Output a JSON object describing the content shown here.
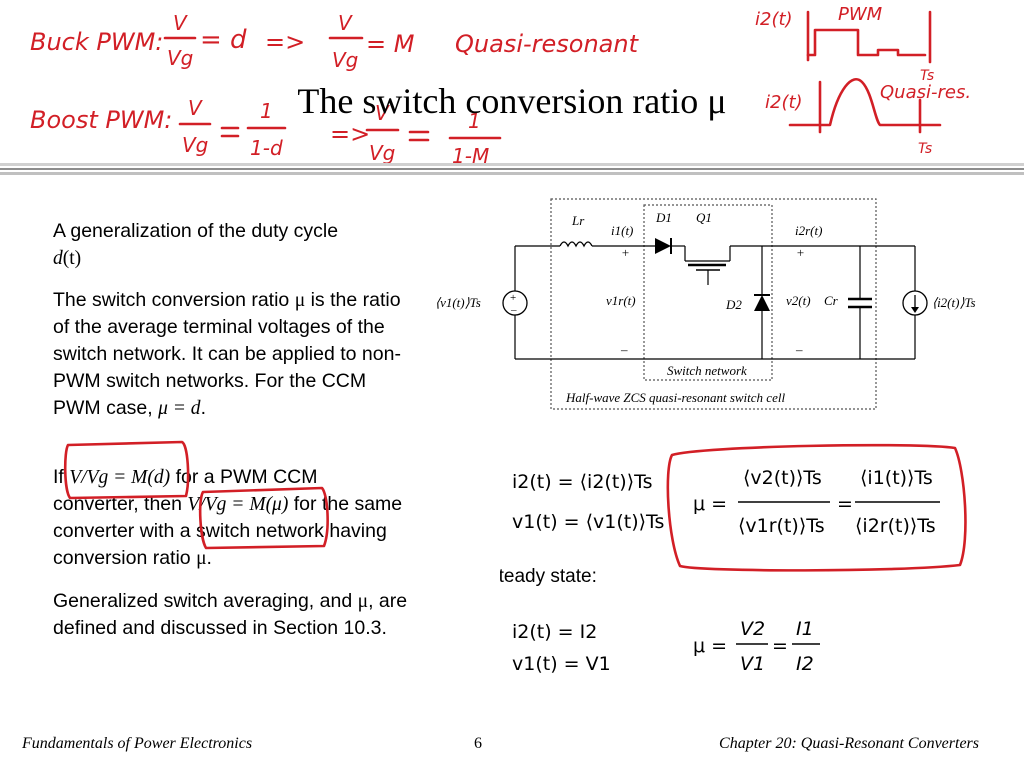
{
  "title": "The switch conversion ratio μ",
  "annotations": {
    "buck_label": "Buck PWM:",
    "buck_eq_lhs_num": "V",
    "buck_eq_lhs_den": "Vg",
    "buck_eq_rhs": "= d",
    "arrow1": "=>",
    "buck_eq2_num": "V",
    "buck_eq2_den": "Vg",
    "buck_eq2_rhs": "= M",
    "quasi_resonant": "Quasi-resonant",
    "boost_label": "Boost PWM:",
    "boost_eq_lhs_num": "V",
    "boost_eq_lhs_den": "Vg",
    "boost_eq_rhs_num": "1",
    "boost_eq_rhs_den": "1-d",
    "arrow2": "=>",
    "boost_eq2_num": "V",
    "boost_eq2_den": "Vg",
    "boost_eq2_rhs_num": "1",
    "boost_eq2_rhs_den": "1-M",
    "i2_pwm_label": "i2(t)",
    "pwm_label": "PWM",
    "ts_top": "Ts",
    "i2_qr_label": "i2(t)",
    "quasi_res_label": "Quasi-res.",
    "ts_bottom": "Ts"
  },
  "body": {
    "p1_text": "A generalization of the duty cycle",
    "p1_var": "d",
    "p1_paren": "(t)",
    "p2_a": "The switch conversion ratio",
    "p2_mu": "μ",
    "p2_b": "is the ratio of the average terminal voltages of the switch network. It can be applied to non-PWM switch networks. For the CCM PWM case,",
    "p2_eq": "μ = d",
    "p2_end": ".",
    "p3_if": "If",
    "p3_eq1": "V/Vg = M(d)",
    "p3_mid": "for a PWM CCM converter, then",
    "p3_eq2": "V/Vg = M(μ)",
    "p3_b": "for the same converter with a switch network having conversion ratio",
    "p3_mu": "μ",
    "p3_end": ".",
    "p4_a": "Generalized switch averaging, and",
    "p4_mu": "μ",
    "p4_b": ", are defined and discussed in Section 10.3."
  },
  "circuit": {
    "Lr": "Lr",
    "D1": "D1",
    "Q1": "Q1",
    "i1r": "i1(t)",
    "i2r": "i2r(t)",
    "v1_src": "⟨v1(t)⟩Ts",
    "i2_src": "⟨i2(t)⟩Ts",
    "v1r": "v1r(t)",
    "v2": "v2(t)",
    "D2": "D2",
    "Cr": "Cr",
    "plus1": "+",
    "plus2": "+",
    "minus1": "–",
    "minus2": "–",
    "switch_network": "Switch network",
    "cell_caption": "Half-wave ZCS quasi-resonant switch cell"
  },
  "equations": {
    "i2_line": "i2(t) = ⟨i2(t)⟩Ts",
    "v1_line": "v1(t) = ⟨v1(t)⟩Ts",
    "mu_def_lhs": "μ =",
    "mu_def_num1": "⟨v2(t)⟩Ts",
    "mu_def_den1": "⟨v1r(t)⟩Ts",
    "mu_def_eq": "=",
    "mu_def_num2": "⟨i1(t)⟩Ts",
    "mu_def_den2": "⟨i2r(t)⟩Ts",
    "steady_state": "In steady state:",
    "ss_i2": "i2(t) = I2",
    "ss_v1": "v1(t) = V1",
    "ss_mu_lhs": "μ =",
    "ss_num1": "V2",
    "ss_den1": "V1",
    "ss_eq": "=",
    "ss_num2": "I1",
    "ss_den2": "I2"
  },
  "footer": {
    "left": "Fundamentals of Power Electronics",
    "page": "6",
    "right": "Chapter 20:  Quasi-Resonant Converters"
  },
  "colors": {
    "ink": "#d21f26",
    "rule_dark": "#8c8c8c",
    "rule_light": "#d0d0d0"
  }
}
